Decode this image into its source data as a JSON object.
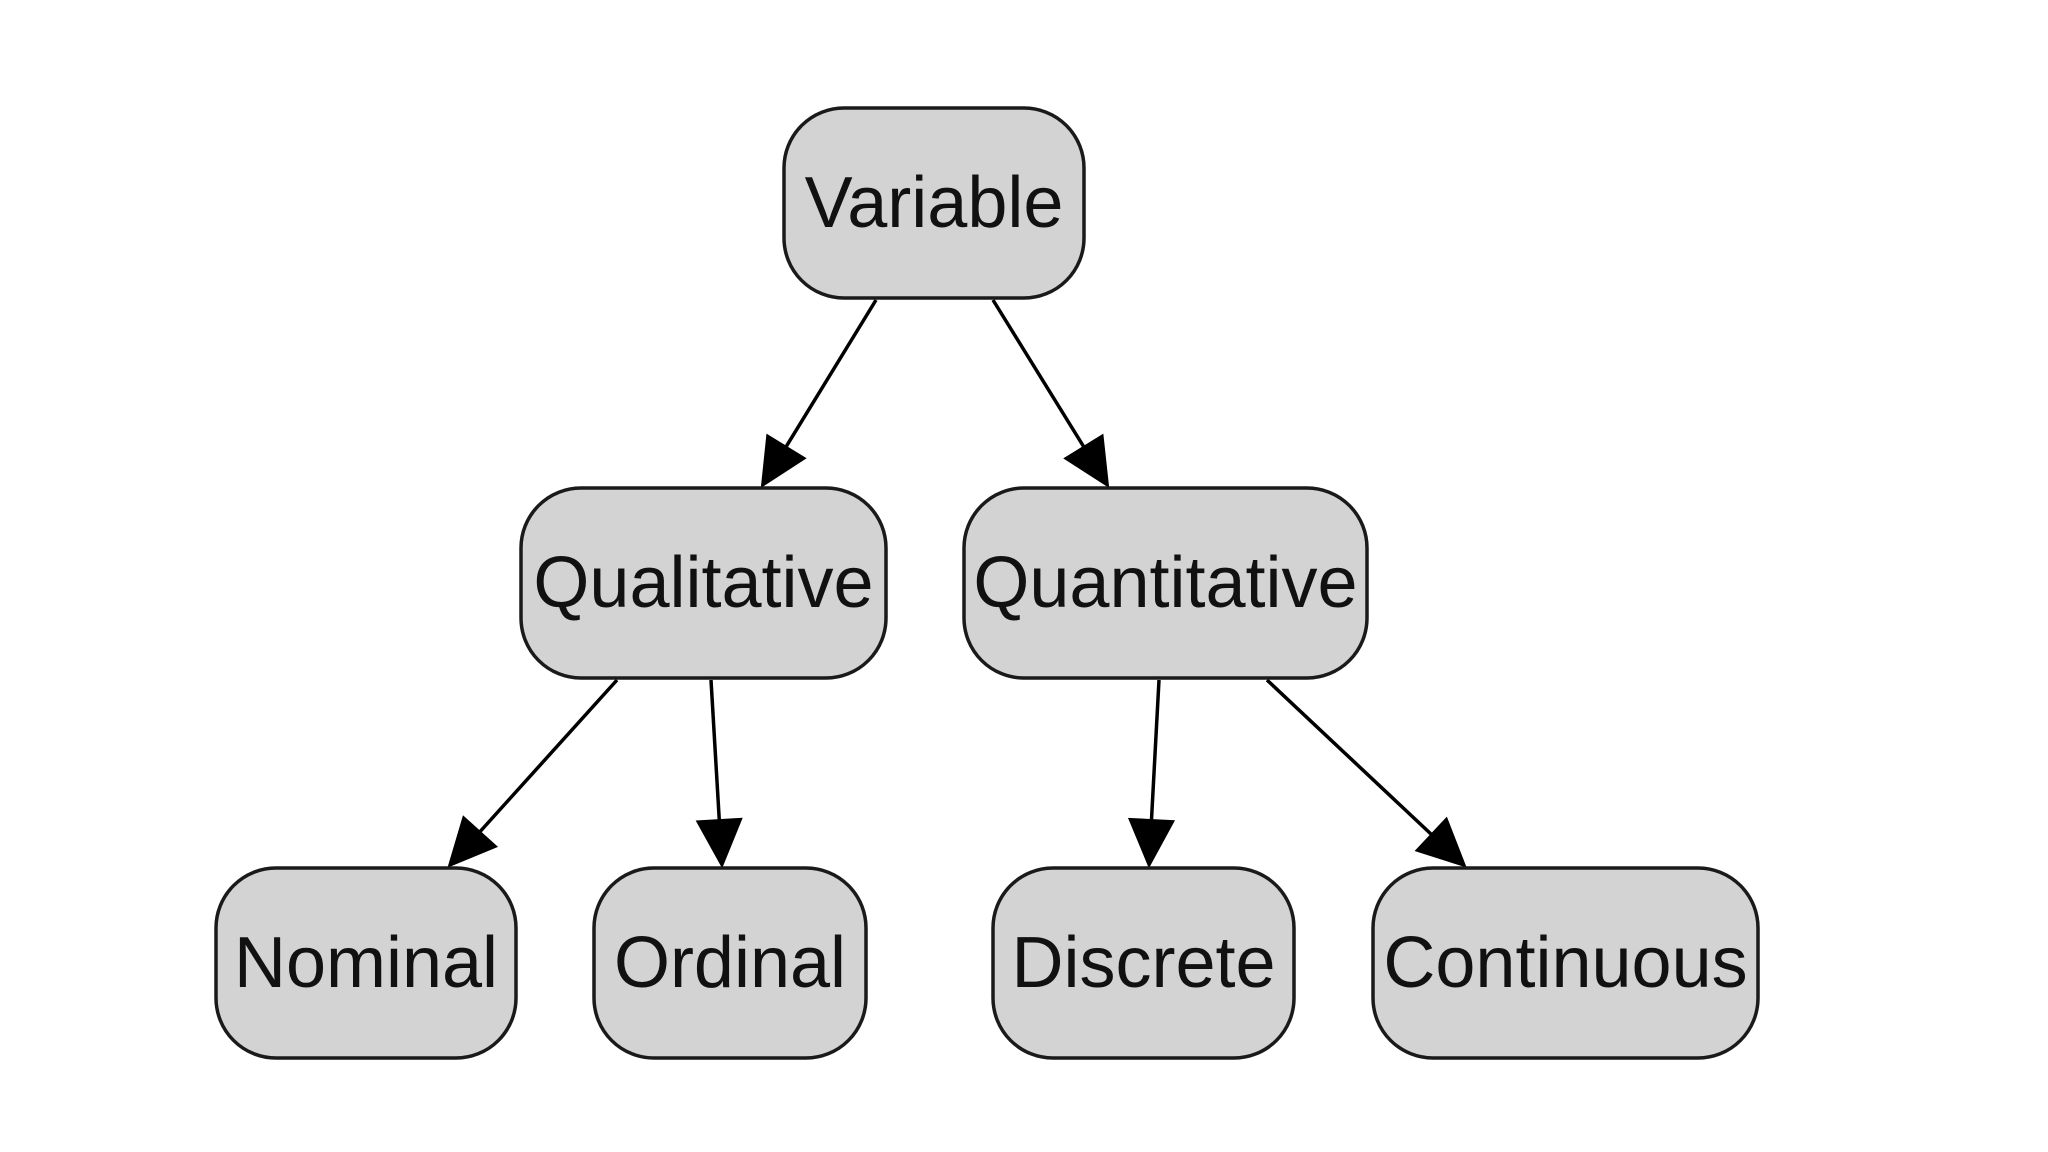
{
  "diagram": {
    "nodes": [
      {
        "id": "variable",
        "label": "Variable"
      },
      {
        "id": "qualitative",
        "label": "Qualitative"
      },
      {
        "id": "quantitative",
        "label": "Quantitative"
      },
      {
        "id": "nominal",
        "label": "Nominal"
      },
      {
        "id": "ordinal",
        "label": "Ordinal"
      },
      {
        "id": "discrete",
        "label": "Discrete"
      },
      {
        "id": "continuous",
        "label": "Continuous"
      }
    ],
    "edges": [
      {
        "from": "variable",
        "to": "qualitative"
      },
      {
        "from": "variable",
        "to": "quantitative"
      },
      {
        "from": "qualitative",
        "to": "nominal"
      },
      {
        "from": "qualitative",
        "to": "ordinal"
      },
      {
        "from": "quantitative",
        "to": "discrete"
      },
      {
        "from": "quantitative",
        "to": "continuous"
      }
    ]
  }
}
